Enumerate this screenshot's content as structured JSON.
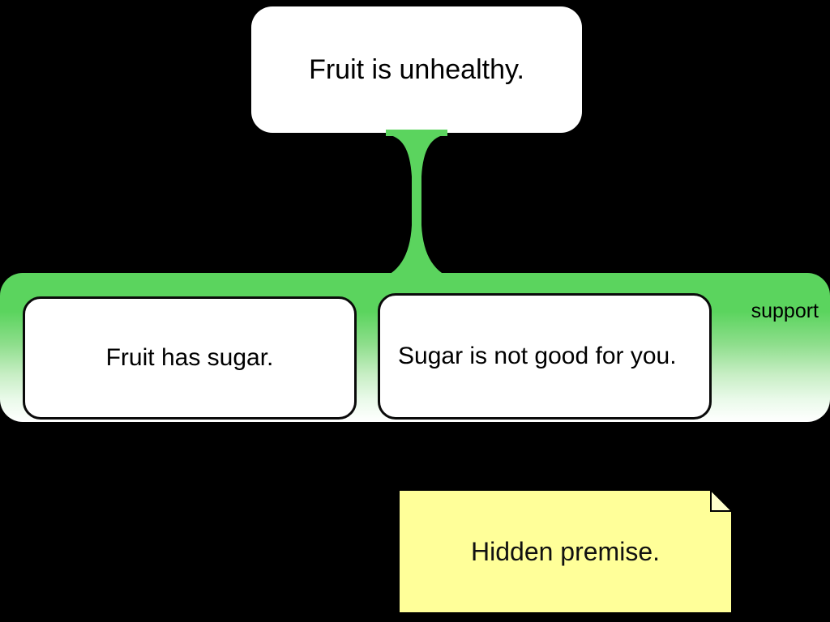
{
  "diagram": {
    "type": "argument-map",
    "background_color": "#000000",
    "conclusion": {
      "id": "conclusion",
      "text": "Fruit is unhealthy.",
      "fill": "#ffffff",
      "text_color": "#000000"
    },
    "relation": {
      "id": "support-relation",
      "label": "support",
      "kind": "support",
      "color": "#5bd45e",
      "fade_to": "#ffffff",
      "label_color": "#000000"
    },
    "premises": [
      {
        "id": "premise-1",
        "text": "Fruit has sugar.",
        "fill": "#ffffff",
        "border_color": "#0a0a0a",
        "text_color": "#000000"
      },
      {
        "id": "premise-2",
        "text": "Sugar is not good for you.",
        "fill": "#ffffff",
        "border_color": "#0a0a0a",
        "text_color": "#000000"
      }
    ],
    "note": {
      "id": "hidden-premise-note",
      "text": "Hidden premise.",
      "fill": "#ffff99",
      "fold_color": "#ffffcc",
      "border_color": "#000000",
      "text_color": "#111111"
    },
    "connector": {
      "id": "conclusion-to-support-connector",
      "color": "#5bd45e",
      "shape": "funnel"
    }
  }
}
